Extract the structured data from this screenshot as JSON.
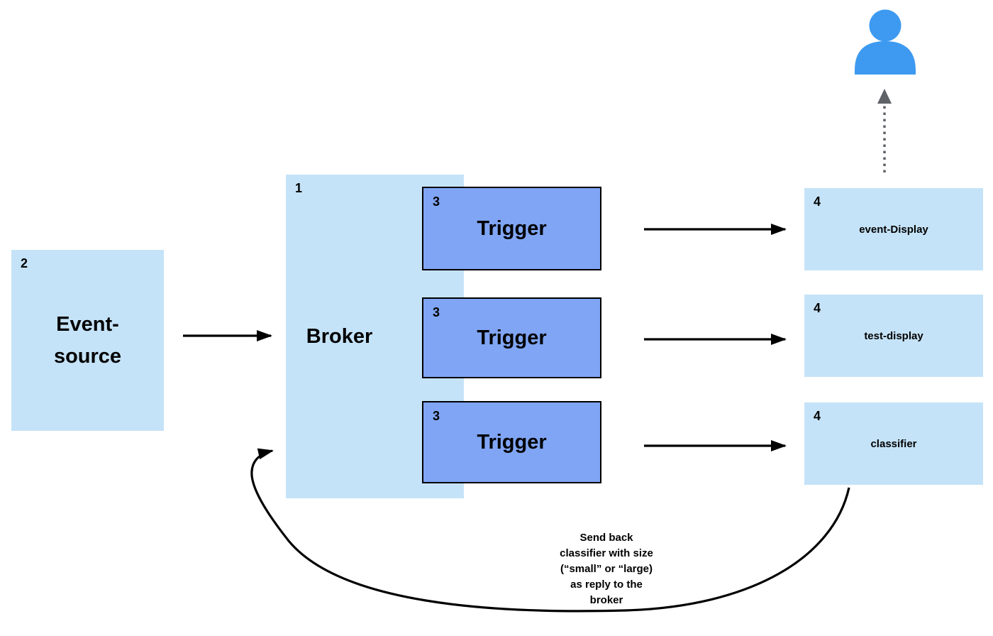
{
  "diagram": {
    "title": "broker-trigger eventing flow",
    "nodes": {
      "event_source": {
        "number": "2",
        "label": "Event-\nsource"
      },
      "broker": {
        "number": "1",
        "label": "Broker"
      },
      "triggers": [
        {
          "number": "3",
          "label": "Trigger"
        },
        {
          "number": "3",
          "label": "Trigger"
        },
        {
          "number": "3",
          "label": "Trigger"
        }
      ],
      "sinks": [
        {
          "number": "4",
          "label": "event-Display"
        },
        {
          "number": "4",
          "label": "test-display"
        },
        {
          "number": "4",
          "label": "classifier"
        }
      ]
    },
    "annotation": {
      "reply_note": "Send back\nclassifier with size\n(“small” or “large)\nas reply to the\nbroker"
    },
    "icons": {
      "user": "user-icon"
    },
    "colors": {
      "node_light_blue": "#c5e3f8",
      "trigger_blue": "#80a5f4",
      "user_icon_blue": "#3d9af0",
      "arrow_black": "#000000",
      "dotted_arrow_gray": "#5f6368"
    }
  }
}
